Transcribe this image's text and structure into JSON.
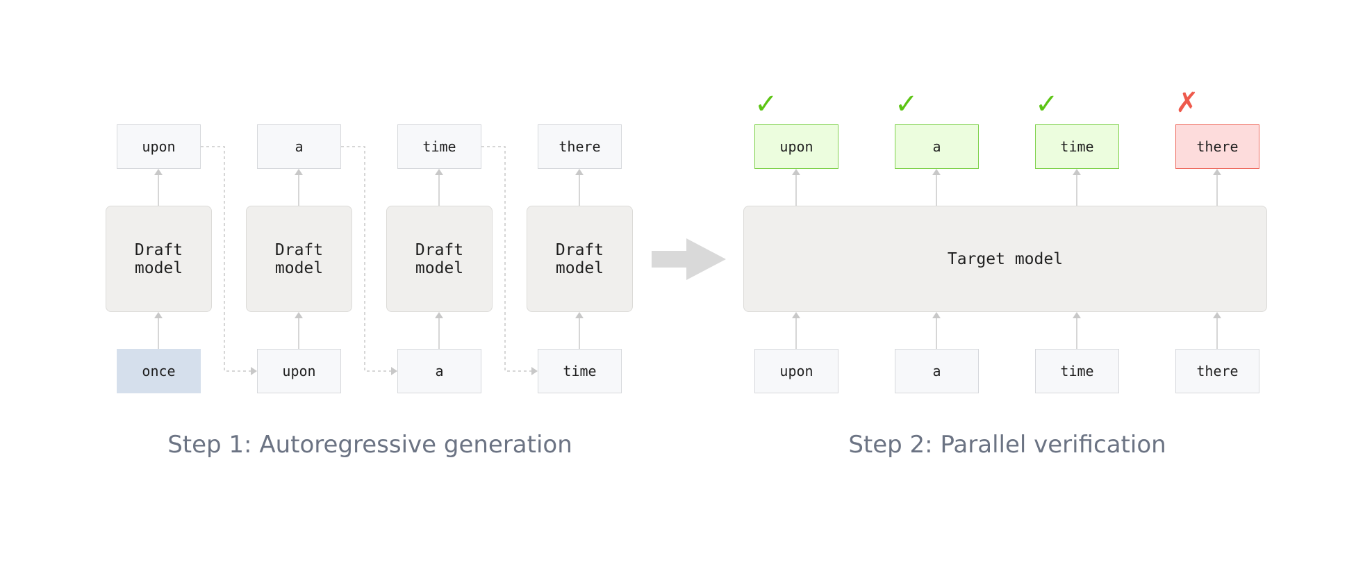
{
  "step1": {
    "caption": "Step 1: Autoregressive generation",
    "draft_label": "Draft\nmodel",
    "outputs": [
      "upon",
      "a",
      "time",
      "there"
    ],
    "inputs": [
      "once",
      "upon",
      "a",
      "time"
    ]
  },
  "step2": {
    "caption": "Step 2: Parallel verification",
    "target_label": "Target model",
    "outputs": [
      "upon",
      "a",
      "time",
      "there"
    ],
    "inputs": [
      "upon",
      "a",
      "time",
      "there"
    ],
    "verdicts": [
      "accepted",
      "accepted",
      "accepted",
      "rejected"
    ],
    "accept_glyph": "✓",
    "reject_glyph": "✗"
  },
  "colors": {
    "accept": "#5cc414",
    "reject": "#ee5a4c",
    "first_input": "#d5dfec",
    "connector": "#c8c8c8",
    "big_arrow": "#d9d9d9"
  }
}
